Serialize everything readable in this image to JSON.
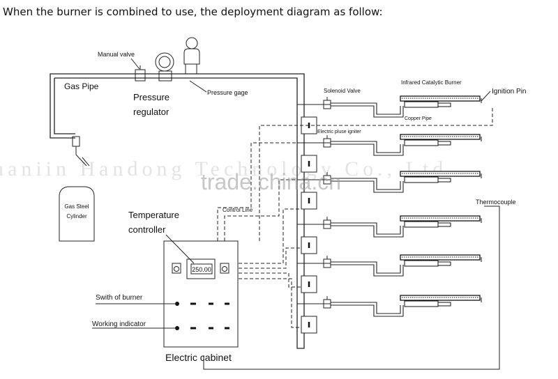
{
  "header": {
    "text": "When the burner is combined to use, the deployment diagram as follow:"
  },
  "labels": {
    "manual_valve": "Manual valve",
    "gas_pipe": "Gas Pipe",
    "pressure_regulator_1": "Pressure",
    "pressure_regulator_2": "regulator",
    "pressure_gage": "Pressure gage",
    "solenoid_valve": "Solenoid Valve",
    "infrared_burner": "Infrared Catalytic Burner",
    "ignition_pin": "Ignition Pin",
    "copper_pipe": "Copper Pipe",
    "electric_igniter": "Electric  pluse igniter",
    "thermocouple": "Thermocouple",
    "control_line": "Control Line",
    "gas_cylinder_1": "Gas Steel",
    "gas_cylinder_2": "Cylinder",
    "temp_controller_1": "Temperature",
    "temp_controller_2": "controller",
    "display_value": "250.00",
    "switch_of_burner": "Swith of burner",
    "working_indicator": "Working indicator",
    "electric_cabinet": "Electric cabinet"
  },
  "watermark": {
    "main": "trade.china.cn",
    "faint": "uaniin Handong Technology Co., Ltd"
  }
}
